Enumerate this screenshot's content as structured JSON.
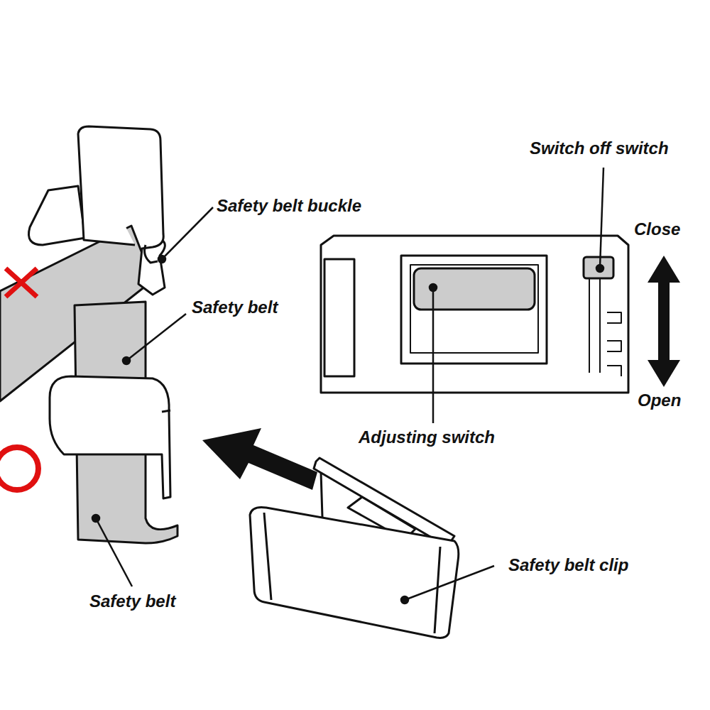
{
  "diagram": {
    "labels": [
      "Switch off switch",
      "Safety belt buckle",
      "Close",
      "Safety belt",
      "Adjusting switch",
      "Open",
      "Safety belt clip",
      "Safety belt"
    ]
  }
}
